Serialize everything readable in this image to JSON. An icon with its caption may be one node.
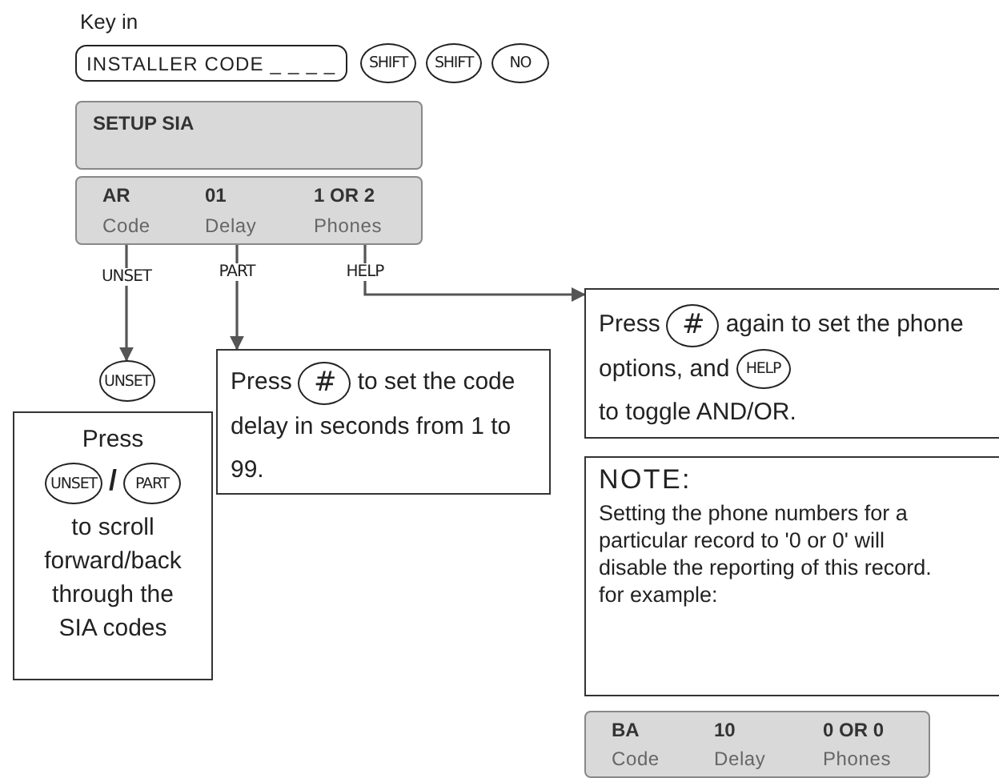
{
  "diagram": {
    "nodes": [
      {
        "text": [
          "INSTALLER CODE _ _ _ _"
        ]
      },
      {
        "text": [
          "SHIFT"
        ]
      },
      {
        "text": [
          "SHIFT"
        ]
      },
      {
        "text": [
          "NO"
        ]
      },
      {
        "text": [
          "SETUP SIA"
        ]
      },
      {
        "text": [
          "AR",
          "01",
          "1 OR 2",
          "Code",
          "Delay",
          "Phones"
        ]
      },
      {
        "text": [
          "UNSET"
        ]
      },
      {
        "text": [
          "Press",
          "/",
          "to scroll forward/back through the SIA codes"
        ]
      },
      {
        "text": [
          "UNSET"
        ],
        "in": 7
      },
      {
        "text": [
          "PART"
        ],
        "in": 7
      },
      {
        "text": [
          "Press",
          "to set the code delay in seconds from 1 to 99."
        ]
      },
      {
        "text": [
          "#"
        ],
        "in": 10
      },
      {
        "text": [
          "Press",
          "again to set the phone options, and",
          "to toggle AND/OR."
        ]
      },
      {
        "text": [
          "#"
        ],
        "in": 12
      },
      {
        "text": [
          "HELP"
        ],
        "in": 12
      },
      {
        "text": [
          "NOTE:",
          "Setting the phone numbers for a particular record to '0 or 0' will disable the reporting of this record. for example:"
        ]
      },
      {
        "text": [
          "BA",
          "10",
          "0 OR 0",
          "Code",
          "Delay",
          "Phones"
        ]
      }
    ],
    "edges": [
      {
        "from": 5,
        "to": 6,
        "arrow": "to",
        "label": "UNSET"
      },
      {
        "from": 5,
        "to": 10,
        "arrow": "to",
        "label": "PART"
      },
      {
        "from": 5,
        "to": 12,
        "arrow": "to",
        "label": "HELP"
      }
    ],
    "labels": [
      "Key in"
    ]
  }
}
